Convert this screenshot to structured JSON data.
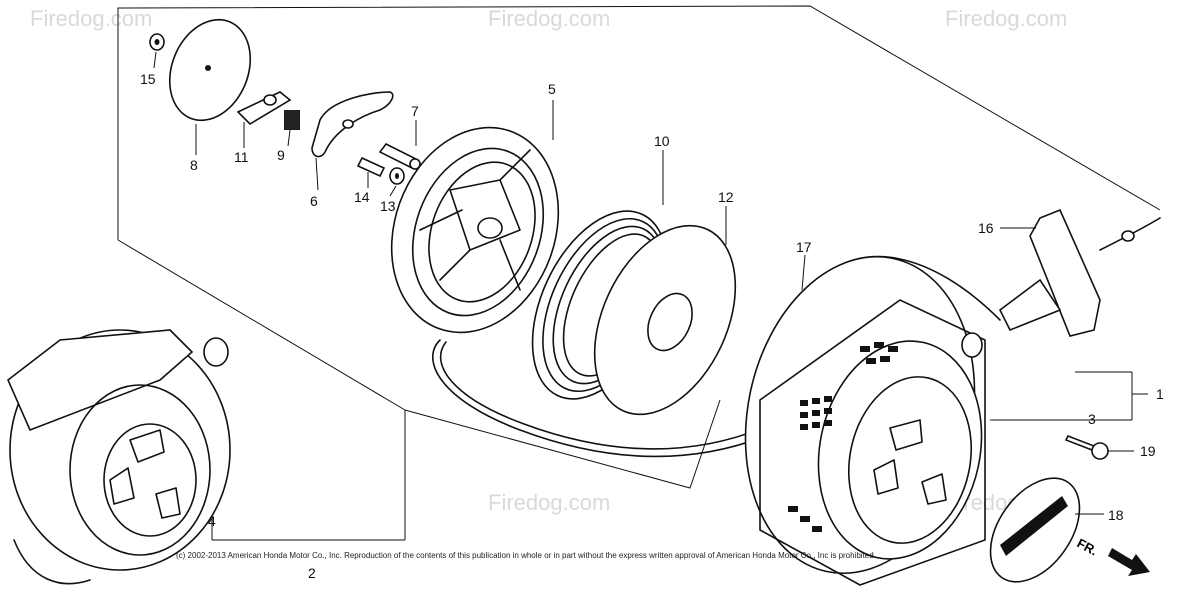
{
  "watermark": "Firedog.com",
  "copyright": "(c) 2002-2013 American Honda Motor Co., Inc. Reproduction of the contents of this publication in whole or in part without the express written approval of American Honda Motor Co., Inc is prohibited.",
  "direction_label": "FR.",
  "callouts": {
    "p1": "1",
    "p2": "2",
    "p3": "3",
    "p4": "4",
    "p5": "5",
    "p6": "6",
    "p7": "7",
    "p8": "8",
    "p9": "9",
    "p10": "10",
    "p11": "11",
    "p12": "12",
    "p13": "13",
    "p14": "14",
    "p15": "15",
    "p16": "16",
    "p17": "17",
    "p18": "18",
    "p19": "19"
  }
}
